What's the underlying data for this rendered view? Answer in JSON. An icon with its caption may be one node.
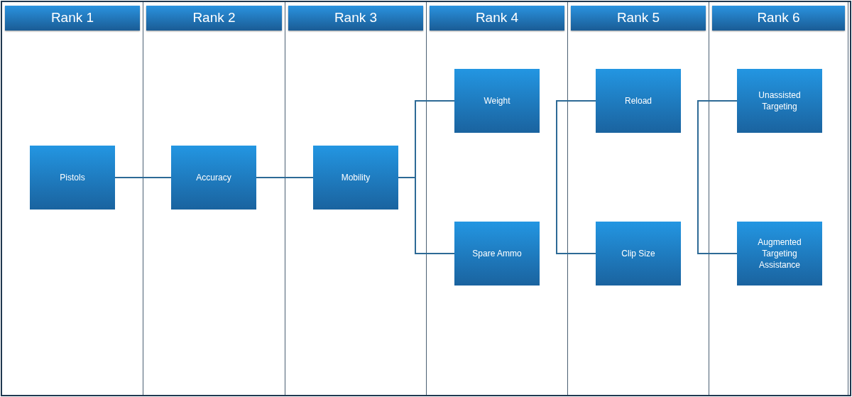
{
  "diagram": {
    "nodes": [
      {
        "text": [
          "Rank 1"
        ]
      },
      {
        "text": [
          "Pistols"
        ],
        "in": 0
      },
      {
        "text": [
          "Rank 2"
        ]
      },
      {
        "text": [
          "Accuracy"
        ],
        "in": 2
      },
      {
        "text": [
          "Rank 3"
        ]
      },
      {
        "text": [
          "Mobility"
        ],
        "in": 4
      },
      {
        "text": [
          "Rank 4"
        ]
      },
      {
        "text": [
          "Weight"
        ],
        "in": 6
      },
      {
        "text": [
          "Spare Ammo"
        ],
        "in": 6
      },
      {
        "text": [
          "Rank 5"
        ]
      },
      {
        "text": [
          "Reload"
        ],
        "in": 9
      },
      {
        "text": [
          "Clip Size"
        ],
        "in": 9
      },
      {
        "text": [
          "Rank 6"
        ]
      },
      {
        "text": [
          "Unassisted Targeting"
        ],
        "in": 12
      },
      {
        "text": [
          "Augmented Targeting Assistance"
        ],
        "in": 12
      }
    ],
    "edges": [
      {
        "from": 1,
        "to": 3,
        "arrow": "none"
      },
      {
        "from": 3,
        "to": 5,
        "arrow": "none"
      },
      {
        "from": 5,
        "to": 7,
        "arrow": "none"
      },
      {
        "from": 5,
        "to": 8,
        "arrow": "none"
      },
      {
        "from": 10,
        "to": 11,
        "arrow": "none"
      },
      {
        "from": 13,
        "to": 14,
        "arrow": "none"
      }
    ]
  }
}
